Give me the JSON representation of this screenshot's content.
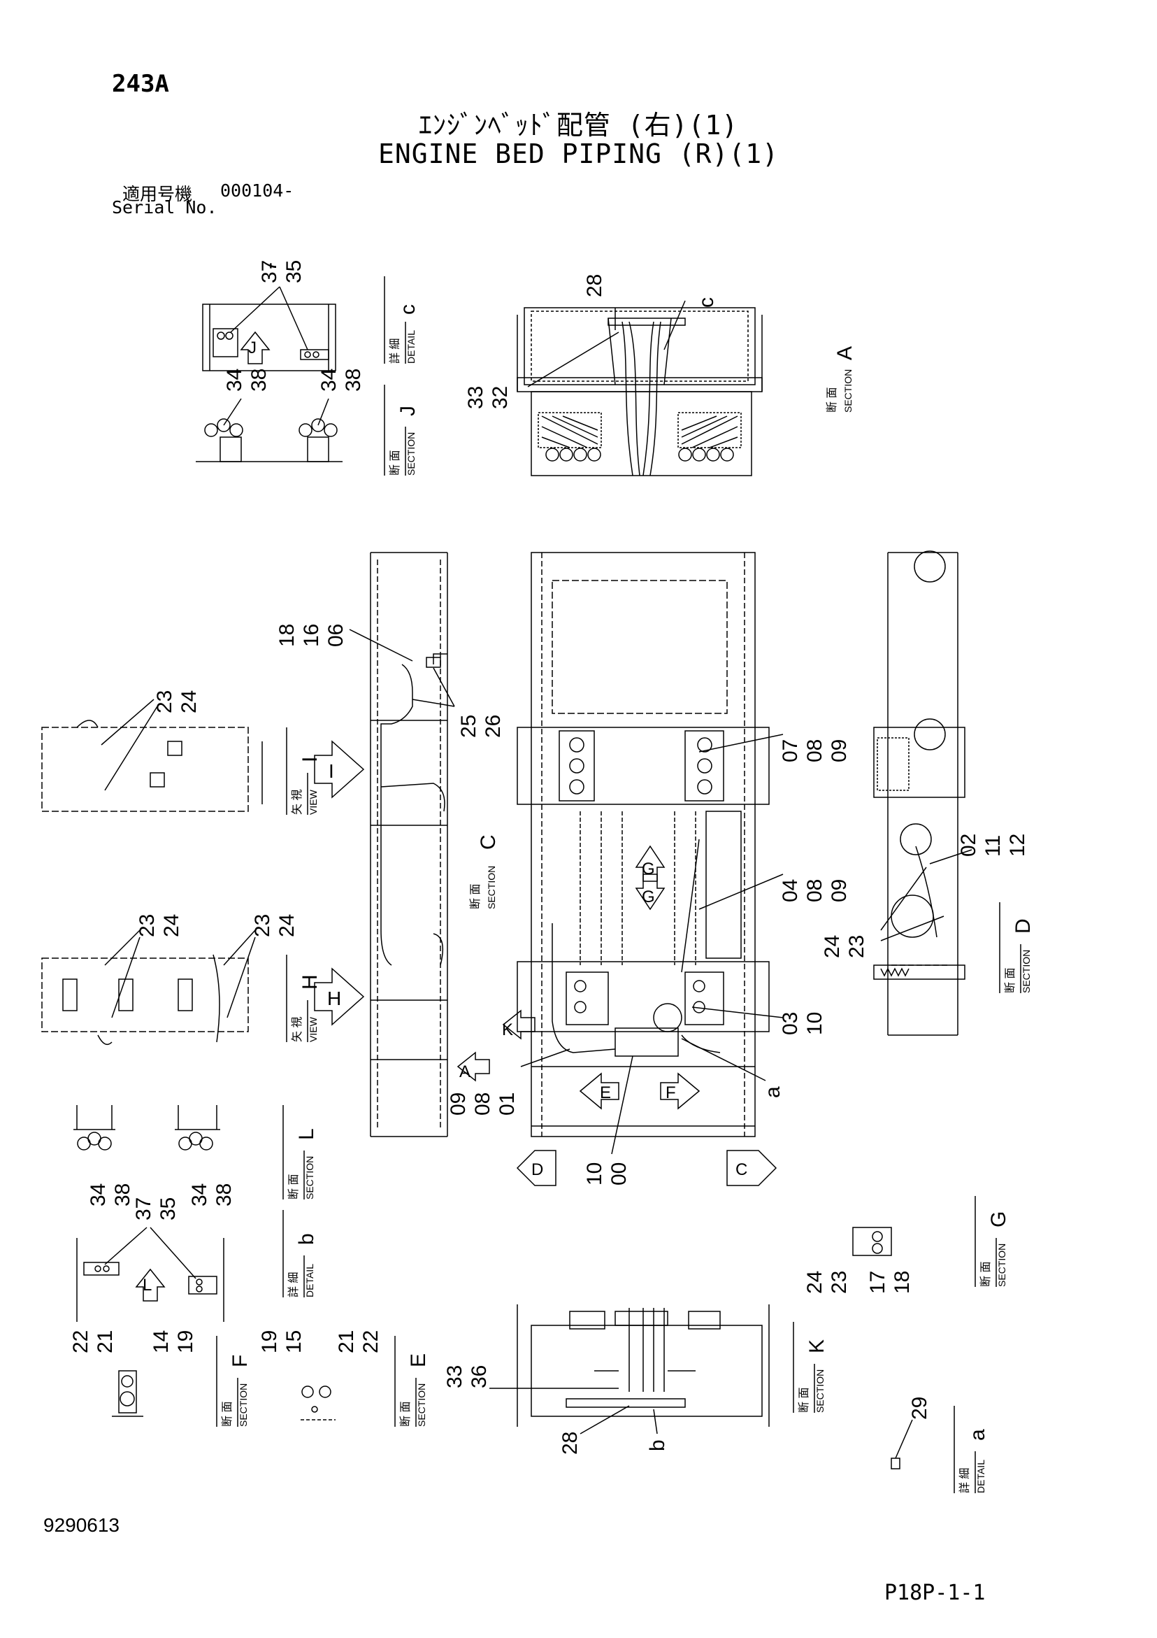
{
  "header": {
    "page_code": "243A",
    "title_jp": "ｴﾝｼﾞﾝﾍﾞｯﾄﾞ配管 (右)(1)",
    "title_en": "ENGINE BED PIPING (R)(1)",
    "serial_label_jp": "適用号機",
    "serial_label_en": "Serial No.",
    "serial_value": "000104-"
  },
  "footer": {
    "doc_number": "9290613",
    "page_ref": "P18P-1-1"
  },
  "tags": {
    "section_jp": "断 面",
    "detail_jp": "詳 細",
    "view_jp": "矢 視",
    "section_en": "SECTION",
    "detail_en": "DETAIL",
    "view_en": "VIEW",
    "letters": {
      "A": "A",
      "C": "C",
      "D": "D",
      "E": "E",
      "F": "F",
      "G": "G",
      "H": "H",
      "I": "I",
      "J": "J",
      "K": "K",
      "L": "L",
      "a": "a",
      "b": "b",
      "c": "c"
    }
  },
  "callouts": {
    "c3735": [
      "37",
      "35"
    ],
    "c3438": [
      "34",
      "38"
    ],
    "c28": "28",
    "c_c": "c",
    "c3332": [
      "33",
      "32"
    ],
    "c181606": [
      "18",
      "16",
      "06"
    ],
    "c2526": [
      "25",
      "26"
    ],
    "c2324": [
      "23",
      "24"
    ],
    "c070809": [
      "07",
      "08",
      "09"
    ],
    "c021112": [
      "02",
      "11",
      "12"
    ],
    "c040809": [
      "04",
      "08",
      "09"
    ],
    "c2423": [
      "24",
      "23"
    ],
    "c0310": [
      "03",
      "10"
    ],
    "c_a": "a",
    "c090801": [
      "09",
      "08",
      "01"
    ],
    "c1000": [
      "10",
      "00"
    ],
    "c2221": [
      "22",
      "21"
    ],
    "c1419": [
      "14",
      "19"
    ],
    "c1915": [
      "19",
      "15"
    ],
    "c3336": [
      "33",
      "36"
    ],
    "c_b": "b",
    "c1718": [
      "17",
      "18"
    ],
    "c29": "29"
  }
}
